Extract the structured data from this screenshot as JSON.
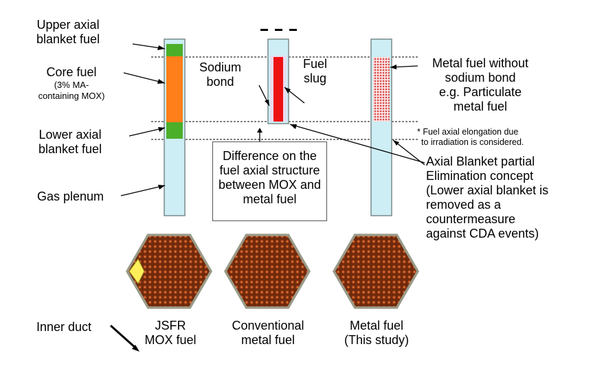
{
  "labels": {
    "upper_axial_blanket": [
      "Upper axial",
      "blanket fuel"
    ],
    "core_fuel": "Core fuel",
    "core_fuel_sub": [
      "(3% MA-",
      "containing MOX)"
    ],
    "lower_axial_blanket": [
      "Lower axial",
      "blanket fuel"
    ],
    "gas_plenum": "Gas plenum",
    "sodium_bond": [
      "Sodium",
      "bond"
    ],
    "fuel_slug": [
      "Fuel",
      "slug"
    ],
    "metal_fuel_without_bond": [
      "Metal fuel without",
      "sodium bond",
      "e.g. Particulate",
      "metal fuel"
    ],
    "elongation_note": [
      "* Fuel axial elongation due",
      "to irradiation is considered."
    ],
    "difference_box": [
      "Difference on the",
      "fuel axial structure",
      "between MOX and",
      "metal fuel"
    ],
    "axial_blanket_concept": [
      "Axial Blanket partial",
      "Elimination concept",
      "(Lower axial blanket is",
      "removed as a",
      "countermeasure",
      "against CDA events)"
    ],
    "inner_duct": "Inner duct",
    "jsfr_mox": [
      "JSFR",
      "MOX fuel"
    ],
    "conventional_metal": [
      "Conventional",
      "metal fuel"
    ],
    "metal_this_study": [
      "Metal fuel",
      "(This study)"
    ]
  },
  "colors": {
    "gas_plenum": "#cdeef5",
    "upper_blanket": "#4caf2a",
    "core_fuel": "#ff7f1a",
    "fuel_slug": "#ee1111",
    "sodium_bond": "#e8dcef",
    "particulate": "#e86a6a",
    "hex_fill": "#7a3010",
    "hex_rim": "#9a9a88",
    "inner_duct": "#fff05a"
  }
}
